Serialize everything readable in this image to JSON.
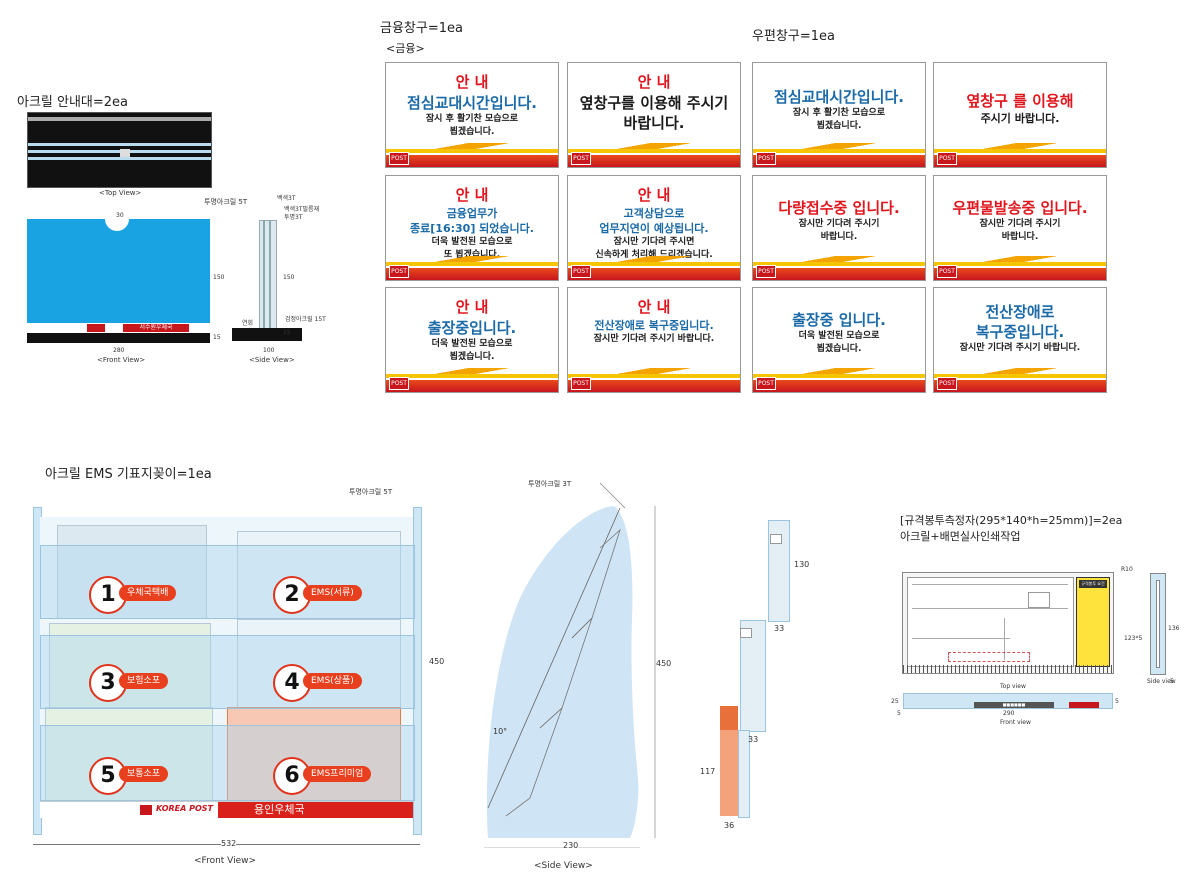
{
  "acrylic_guide": {
    "title": "아크릴 안내대=2ea",
    "top_view_caption": "<Top View>",
    "front_view_caption": "<Front View>",
    "side_view_caption": "<Side View>",
    "front_dims": {
      "notch": "30",
      "height": "150",
      "base": "15",
      "width": "280"
    },
    "front_office_label": "서수원우체국",
    "side_labels": {
      "clear_acrylic": "투명아크릴 5T",
      "l1": "백색3T",
      "l2": "백색3T필름재",
      "l3": "투명3T",
      "l4": "검정아크릴 15T",
      "l5": "연회",
      "height": "150",
      "base": "15",
      "width": "100"
    }
  },
  "finance_window": {
    "title": "금융창구=1ea",
    "sub": "<금융>",
    "cards": [
      {
        "lines": [
          {
            "t": "안   내",
            "c": "red",
            "s": "l1"
          },
          {
            "t": "점심교대시간입니다.",
            "c": "blue",
            "s": "l2"
          },
          {
            "t": "잠시 후 활기찬 모습으로",
            "c": "blk",
            "s": "l4"
          },
          {
            "t": "뵙겠습니다.",
            "c": "blk",
            "s": "l4"
          }
        ]
      },
      {
        "lines": [
          {
            "t": "안   내",
            "c": "red",
            "s": "l1"
          },
          {
            "t": "옆창구를 이용해 주시기",
            "c": "blk",
            "s": "l2"
          },
          {
            "t": "바랍니다.",
            "c": "blk",
            "s": "l2"
          }
        ]
      },
      {
        "lines": [
          {
            "t": "안   내",
            "c": "red",
            "s": "l1"
          },
          {
            "t": "금융업무가",
            "c": "blue",
            "s": "l3"
          },
          {
            "t": "종료[16:30] 되었습니다.",
            "c": "blue",
            "s": "l3"
          },
          {
            "t": "더욱 발전된 모습으로",
            "c": "blk",
            "s": "l4"
          },
          {
            "t": "또 뵙겠습니다.",
            "c": "blk",
            "s": "l4"
          }
        ]
      },
      {
        "lines": [
          {
            "t": "안   내",
            "c": "red",
            "s": "l1"
          },
          {
            "t": "고객상담으로",
            "c": "blue",
            "s": "l3"
          },
          {
            "t": "업무지연이 예상됩니다.",
            "c": "blue",
            "s": "l3"
          },
          {
            "t": "잠시만 기다려 주시면",
            "c": "blk",
            "s": "l4"
          },
          {
            "t": "신속하게 처리해 드리겠습니다.",
            "c": "blk",
            "s": "l4"
          }
        ]
      },
      {
        "lines": [
          {
            "t": "안   내",
            "c": "red",
            "s": "l1"
          },
          {
            "t": "출장중입니다.",
            "c": "blue",
            "s": "l2"
          },
          {
            "t": "더욱 발전된 모습으로",
            "c": "blk",
            "s": "l4"
          },
          {
            "t": "뵙겠습니다.",
            "c": "blk",
            "s": "l4"
          }
        ]
      },
      {
        "lines": [
          {
            "t": "안   내",
            "c": "red",
            "s": "l1"
          },
          {
            "t": "전산장애로 복구중입니다.",
            "c": "blue",
            "s": "l3"
          },
          {
            "t": "잠시만 기다려 주시기 바랍니다.",
            "c": "blk",
            "s": "l4"
          }
        ]
      }
    ]
  },
  "postal_window": {
    "title": "우편창구=1ea",
    "cards": [
      {
        "lines": [
          {
            "t": "점심교대시간입니다.",
            "c": "blue",
            "s": "l2"
          },
          {
            "t": "잠시 후 활기찬 모습으로",
            "c": "blk",
            "s": "l4"
          },
          {
            "t": "뵙겠습니다.",
            "c": "blk",
            "s": "l4"
          }
        ]
      },
      {
        "lines": [
          {
            "t": "옆창구 를 이용해",
            "c": "red",
            "s": "l2"
          },
          {
            "t": "주시기 바랍니다.",
            "c": "blk",
            "s": "l3"
          }
        ]
      },
      {
        "lines": [
          {
            "t": "다량접수중 입니다.",
            "c": "red",
            "s": "l2"
          },
          {
            "t": "잠시만 기다려 주시기",
            "c": "blk",
            "s": "l4"
          },
          {
            "t": "바랍니다.",
            "c": "blk",
            "s": "l4"
          }
        ]
      },
      {
        "lines": [
          {
            "t": "우편물발송중 입니다.",
            "c": "red",
            "s": "l2"
          },
          {
            "t": "잠시만 기다려 주시기",
            "c": "blk",
            "s": "l4"
          },
          {
            "t": "바랍니다.",
            "c": "blk",
            "s": "l4"
          }
        ]
      },
      {
        "lines": [
          {
            "t": "출장중 입니다.",
            "c": "blue",
            "s": "l2"
          },
          {
            "t": "더욱 발전된 모습으로",
            "c": "blk",
            "s": "l4"
          },
          {
            "t": "뵙겠습니다.",
            "c": "blk",
            "s": "l4"
          }
        ]
      },
      {
        "lines": [
          {
            "t": "전산장애로",
            "c": "blue",
            "s": "l2"
          },
          {
            "t": "복구중입니다.",
            "c": "blue",
            "s": "l2"
          },
          {
            "t": "잠시만 기다려 주시기 바랍니다.",
            "c": "blk",
            "s": "l4"
          }
        ]
      }
    ]
  },
  "ems_holder": {
    "title": "아크릴 EMS 기표지꽂이=1ea",
    "clear_label": "투명아크릴 5T",
    "front_caption": "<Front View>",
    "width_dim": "532",
    "height_dim": "450",
    "footer_brand": "KOREA POST",
    "footer_office": "용인우체국",
    "slots": [
      {
        "num": "1",
        "label": "우체국택배"
      },
      {
        "num": "2",
        "label": "EMS(서류)"
      },
      {
        "num": "3",
        "label": "보험소포"
      },
      {
        "num": "4",
        "label": "EMS(상품)"
      },
      {
        "num": "5",
        "label": "보통소포"
      },
      {
        "num": "6",
        "label": "EMS프리미엄"
      }
    ]
  },
  "ems_side": {
    "clear_label": "투명아크릴 3T",
    "caption": "<Side View>",
    "height_dim": "450",
    "width_dim": "230",
    "angle": "10°"
  },
  "pocket_detail": {
    "dims": {
      "a": "130",
      "b": "33",
      "c": "33",
      "d": "117",
      "e": "36"
    }
  },
  "ruler": {
    "title": "[규격봉투측정자(295*140*h=25mm)]=2ea",
    "subtitle": "아크릴+배면실사인쇄작업",
    "dims": {
      "r": "R10",
      "w": "290",
      "h": "25",
      "side_h": "136",
      "slot": "123*5",
      "left": "5",
      "right": "5",
      "thickness": "5"
    },
    "captions": {
      "top": "Top view",
      "front": "Front view",
      "side": "Side view"
    },
    "panel_title": "규격봉투 요건"
  }
}
